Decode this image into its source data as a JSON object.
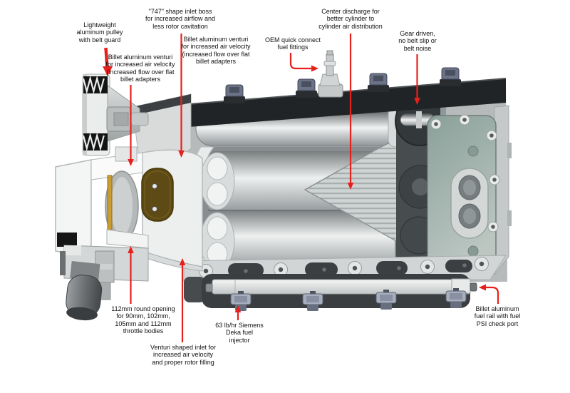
{
  "diagram": {
    "type": "technical cutaway diagram",
    "subject": "supercharger / intake manifold cross-section",
    "background": "#ffffff",
    "annotation_color": "#e8201c",
    "text_color": "#111111"
  },
  "part_colors": {
    "top_cover_dark": "#212426",
    "rotor_silver": "#eef0f0",
    "rear_cover_sage": "#9fb0aa",
    "venturi_brass_strip": "#c89d31",
    "bronze_component": "#5d4a15",
    "manifold_dark": "#3a3e41",
    "fuel_rail_silver": "#e8eaea",
    "injector_blue_gray": "#a7aebd"
  },
  "labels": {
    "pulley": {
      "text": "Lightweight\naluminum pulley\nwith belt guard"
    },
    "inlet_boss_747": {
      "text": "\"747\" shape inlet boss\nfor increased airflow and\nless rotor cavitation"
    },
    "venturi_left": {
      "text": "Billet aluminum venturi\nfor increased air velocity\n(increased flow over flat\nbillet adapters"
    },
    "venturi_right": {
      "text": "Billet aluminum venturi\nfor increased air velocity\n(increased flow over flat\nbillet adapters"
    },
    "oem_fittings": {
      "text": "OEM quick connect\nfuel fittings"
    },
    "center_discharge": {
      "text": "Center discharge for\nbetter cylinder to\ncylinder air distribution"
    },
    "gear_driven": {
      "text": "Gear driven,\nno belt slip or\nbelt noise"
    },
    "throttle_opening": {
      "text": "112mm round opening\nfor 90mm, 102mm,\n105mm and 112mm\nthrottle bodies"
    },
    "injector": {
      "text": "63 lb/hr Siemens\nDeka fuel\ninjector"
    },
    "venturi_inlet": {
      "text": "Venturi shaped inlet for\nincreased air velocity\nand proper rotor filling"
    },
    "fuel_rail": {
      "text": "Billet aluminum\nfuel rail with fuel\nPSI check port"
    }
  }
}
